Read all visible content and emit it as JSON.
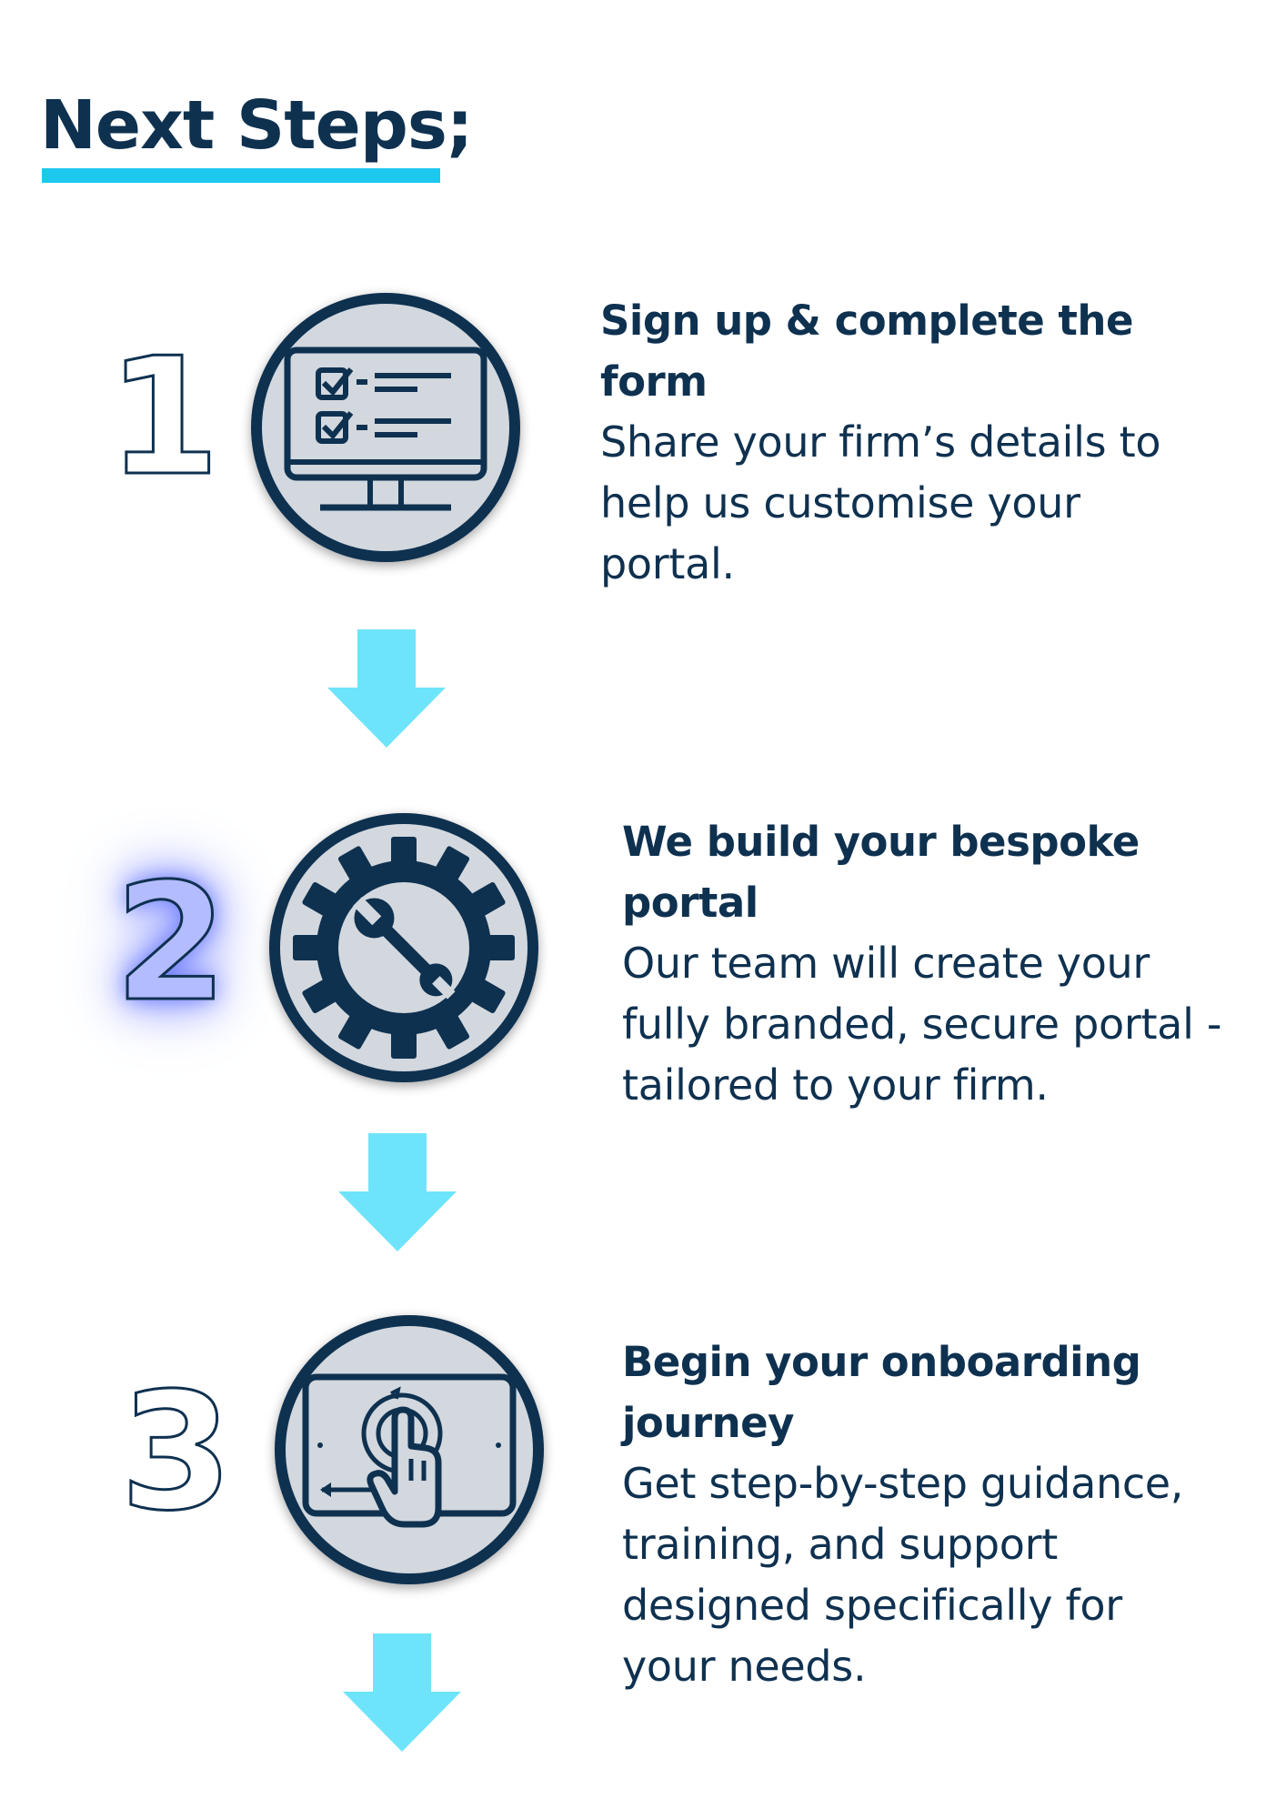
{
  "header": {
    "title": "Next Steps;"
  },
  "steps": [
    {
      "number": "1",
      "heading": "Sign up & complete the form",
      "description": " Share your firm’s details to help us customise your portal.",
      "icon": "monitor-checklist-icon"
    },
    {
      "number": "2",
      "heading": "We build your bespoke portal",
      "description": " Our team will create your fully branded, secure portal - tailored to your firm.",
      "icon": "gear-wrench-icon"
    },
    {
      "number": "3",
      "heading": "Begin your onboarding journey",
      "description": " Get step-by-step guidance, training, and support designed specifically for your needs.",
      "icon": "tablet-touch-icon"
    }
  ],
  "colors": {
    "navy": "#0f3150",
    "accent_cyan": "#1dc8ef",
    "arrow_cyan": "#6ee4fb",
    "icon_fill": "#d2d8de",
    "glow": "#7d8aff"
  }
}
